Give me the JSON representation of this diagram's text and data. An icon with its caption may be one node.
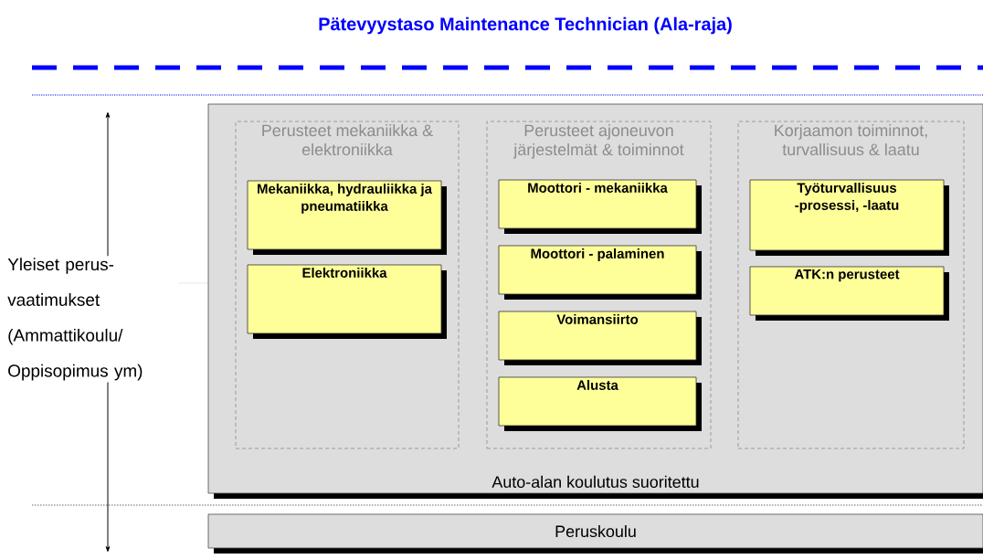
{
  "diagram": {
    "title": "Pätevyystaso Maintenance Technician (Ala-raja)",
    "nodes": [
      {
        "text": [
          "Auto-alan koulutus suoritettu"
        ]
      },
      {
        "text": [
          "Perusteet mekaniikka & elektroniikka"
        ],
        "in": 0
      },
      {
        "text": [
          "Mekaniikka, hydrauliikka ja pneumatiikka"
        ],
        "in": 1
      },
      {
        "text": [
          "Elektroniikka"
        ],
        "in": 1
      },
      {
        "text": [
          "Perusteet ajoneuvon järjestelmät & toiminnot"
        ],
        "in": 0
      },
      {
        "text": [
          "Moottori - mekaniikka"
        ],
        "in": 4
      },
      {
        "text": [
          "Moottori - palaminen"
        ],
        "in": 4
      },
      {
        "text": [
          "Voimansiirto"
        ],
        "in": 4
      },
      {
        "text": [
          "Alusta"
        ],
        "in": 4
      },
      {
        "text": [
          "Korjaamon toiminnot, turvallisuus & laatu"
        ],
        "in": 0
      },
      {
        "text": [
          "Työturvallisuus -prosessi, -laatu"
        ],
        "in": 9
      },
      {
        "text": [
          "ATK:n perusteet"
        ],
        "in": 9
      },
      {
        "text": [
          "Peruskoulu"
        ]
      }
    ],
    "labels": [
      "Yleiset perus- vaatimukset (Ammattikoulu/ Oppisopimus ym)"
    ]
  }
}
